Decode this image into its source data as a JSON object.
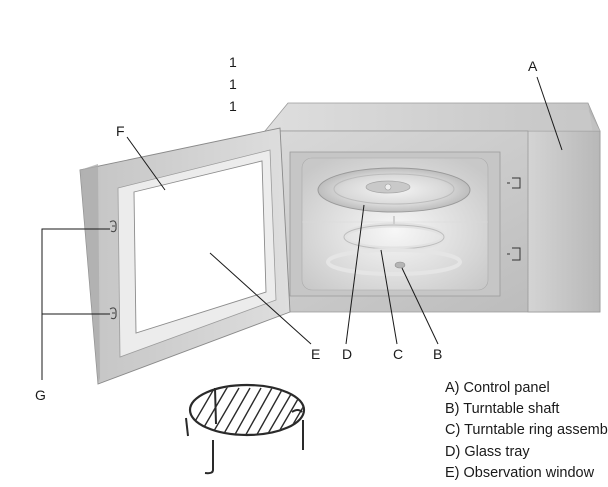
{
  "page_numbers": [
    "1",
    "1",
    "1"
  ],
  "callouts": {
    "a": "A",
    "b": "B",
    "c": "C",
    "d": "D",
    "e": "E",
    "f": "F",
    "g": "G"
  },
  "legend": [
    "A) Control panel",
    "B) Turntable shaft",
    "C) Turntable ring assembly",
    "D) Glass tray",
    "E) Observation window"
  ]
}
